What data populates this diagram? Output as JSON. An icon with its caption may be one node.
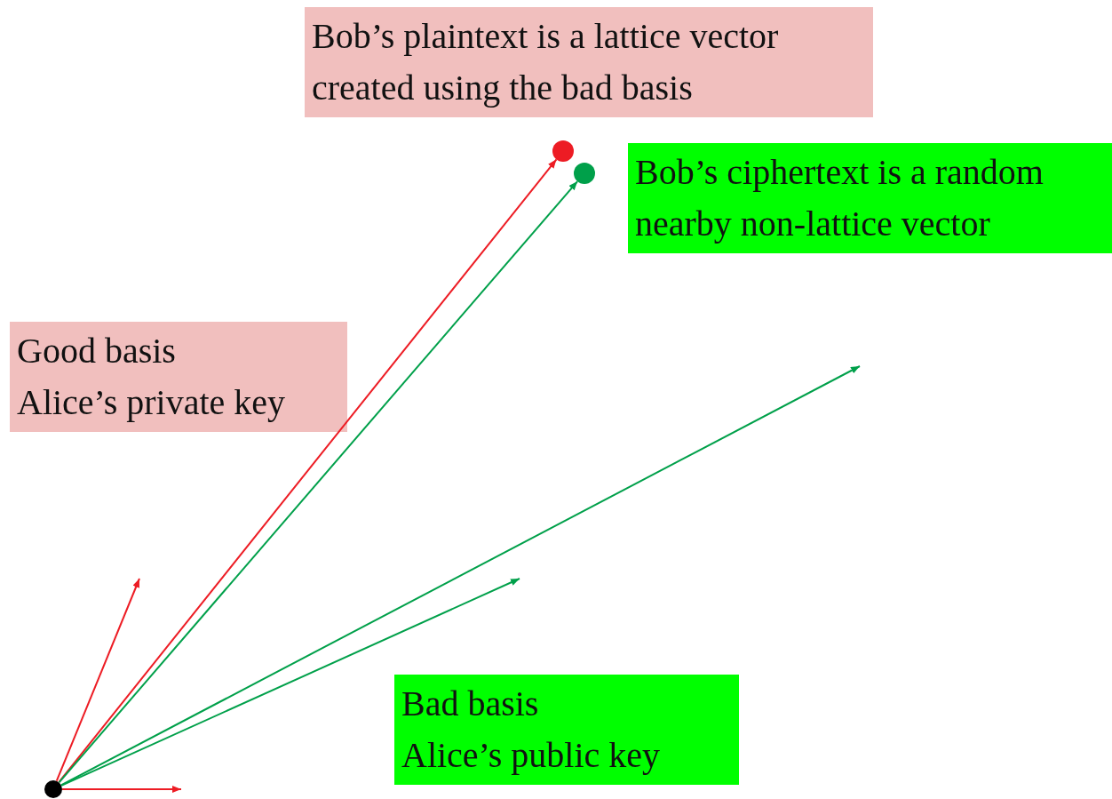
{
  "diagram": {
    "nodes": [
      {
        "text": [
          "Bob’s plaintext is a lattice vector created using the bad basis"
        ]
      },
      {
        "text": [],
        "shape": "circle"
      },
      {
        "text": [],
        "shape": "circle"
      },
      {
        "text": [
          "Bob’s ciphertext is a random nearby non-lattice vector"
        ]
      },
      {
        "text": [
          "Good basis",
          "Alice’s private key"
        ]
      },
      {
        "text": [
          "Bad basis",
          "Alice’s public key"
        ]
      },
      {
        "text": [],
        "shape": "circle"
      }
    ],
    "edges": [
      {
        "from": 6,
        "to": 1,
        "arrow": "to",
        "color": "#ed1c24"
      },
      {
        "from": 6,
        "to": 2,
        "arrow": "to",
        "color": "#00a04a"
      },
      {
        "from": 6,
        "to": null,
        "arrow": "to",
        "color": "#00a04a"
      },
      {
        "from": 6,
        "to": null,
        "arrow": "to",
        "color": "#00a04a"
      },
      {
        "from": 6,
        "to": null,
        "arrow": "to",
        "color": "#ed1c24"
      },
      {
        "from": 6,
        "to": null,
        "arrow": "to",
        "color": "#ed1c24"
      }
    ]
  }
}
